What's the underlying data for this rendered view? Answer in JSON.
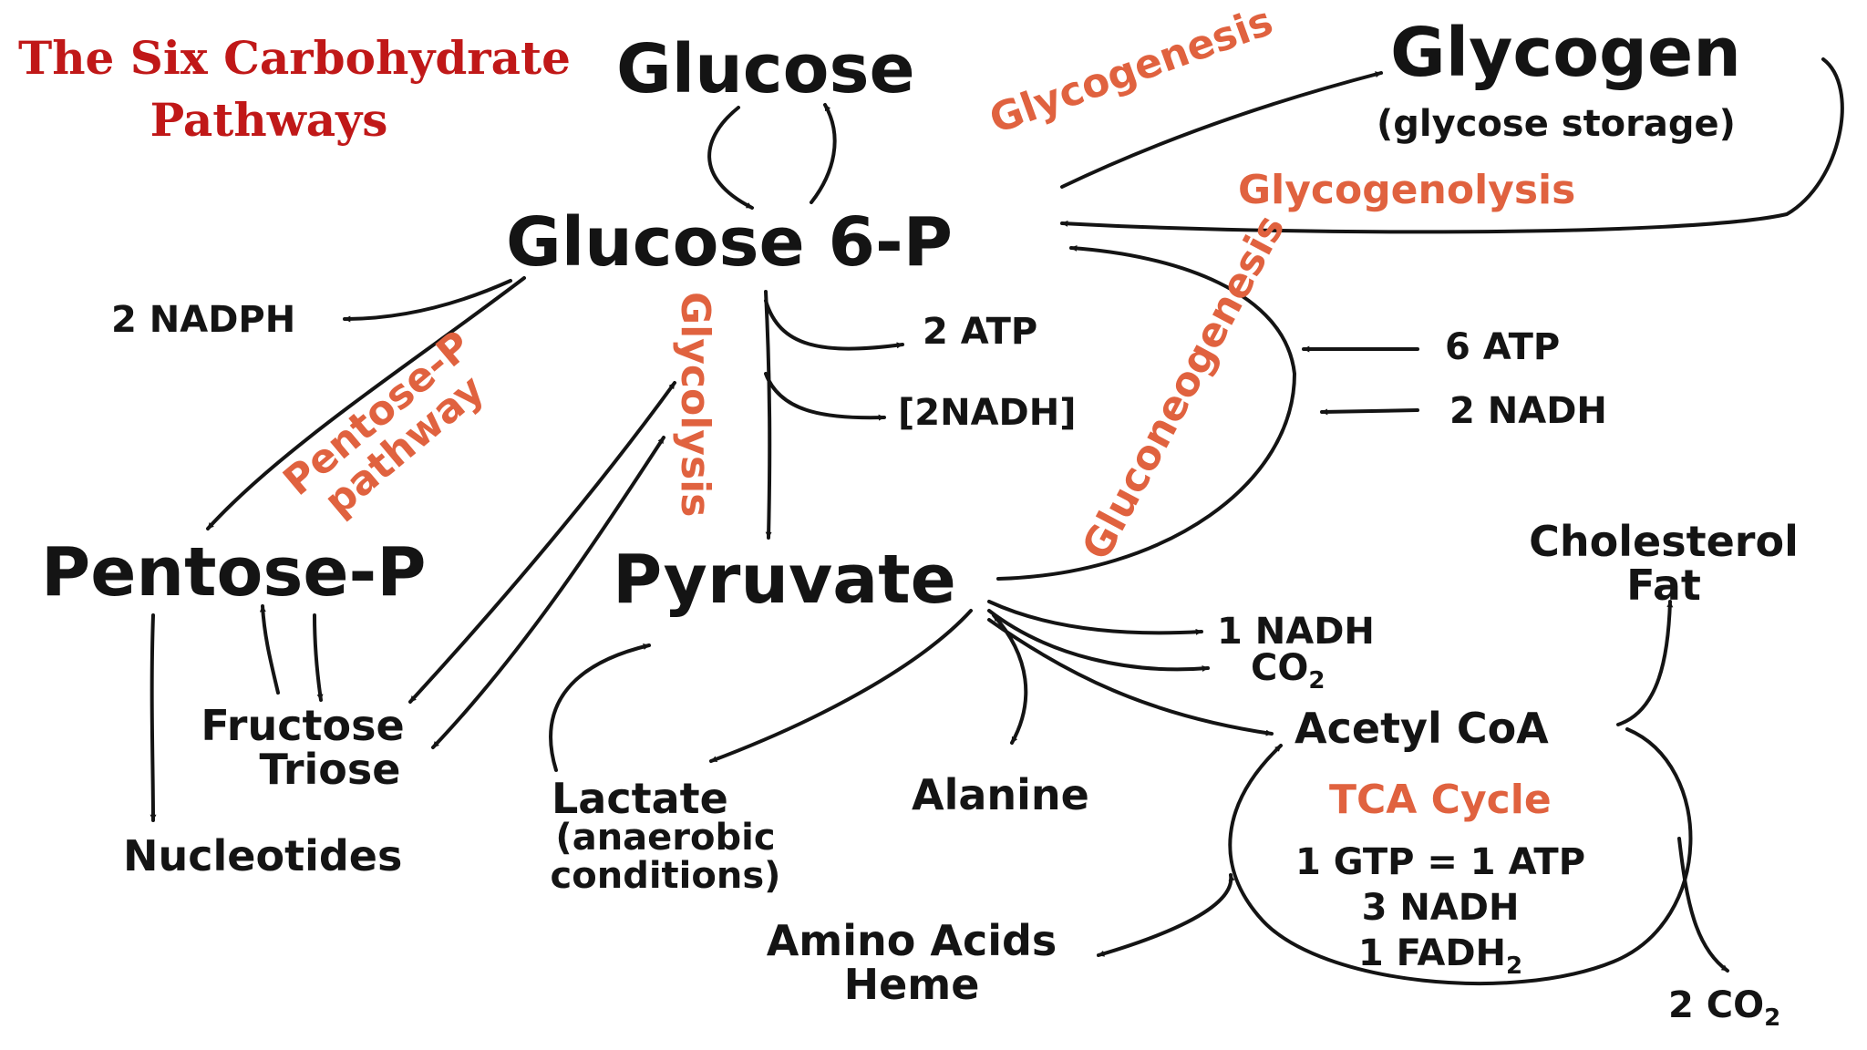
{
  "title": {
    "line1": "The Six Carbohydrate",
    "line2": "Pathways"
  },
  "nodes": {
    "glucose": "Glucose",
    "glycogen": "Glycogen",
    "glycogen_sub": "(glycose storage)",
    "glucose6p": "Glucose 6-P",
    "pentose_p": "Pentose-P",
    "pyruvate": "Pyruvate",
    "fructose_triose_1": "Fructose",
    "fructose_triose_2": "Triose",
    "nucleotides": "Nucleotides",
    "lactate": "Lactate",
    "lactate_sub_1": "(anaerobic",
    "lactate_sub_2": "conditions)",
    "alanine": "Alanine",
    "acetyl_coa": "Acetyl CoA",
    "cholesterol": "Cholesterol",
    "fat": "Fat",
    "amino_acids": "Amino Acids",
    "heme": "Heme"
  },
  "pathways": {
    "glycogenesis": "Glycogenesis",
    "glycogenolysis": "Glycogenolysis",
    "gluconeogenesis": "Gluconeogenesis",
    "glycolysis": "Glycolysis",
    "pentose_pathway_1": "Pentose-P",
    "pentose_pathway_2": "pathway",
    "tca_cycle": "TCA Cycle"
  },
  "yields": {
    "nadph": "2 NADPH",
    "atp2": "2 ATP",
    "nadh2_bracket": "[2NADH]",
    "atp6": "6 ATP",
    "nadh2": "2 NADH",
    "nadh1": "1 NADH",
    "co2": "CO",
    "co2_sub": "2",
    "gtp": "1 GTP = 1 ATP",
    "nadh3": "3 NADH",
    "fadh": "1 FADH",
    "fadh_sub": "2",
    "co2_2": "2 CO",
    "co2_2_sub": "2"
  },
  "colors": {
    "ink": "#141414",
    "pathway": "#e0623f",
    "title": "#c01818"
  }
}
